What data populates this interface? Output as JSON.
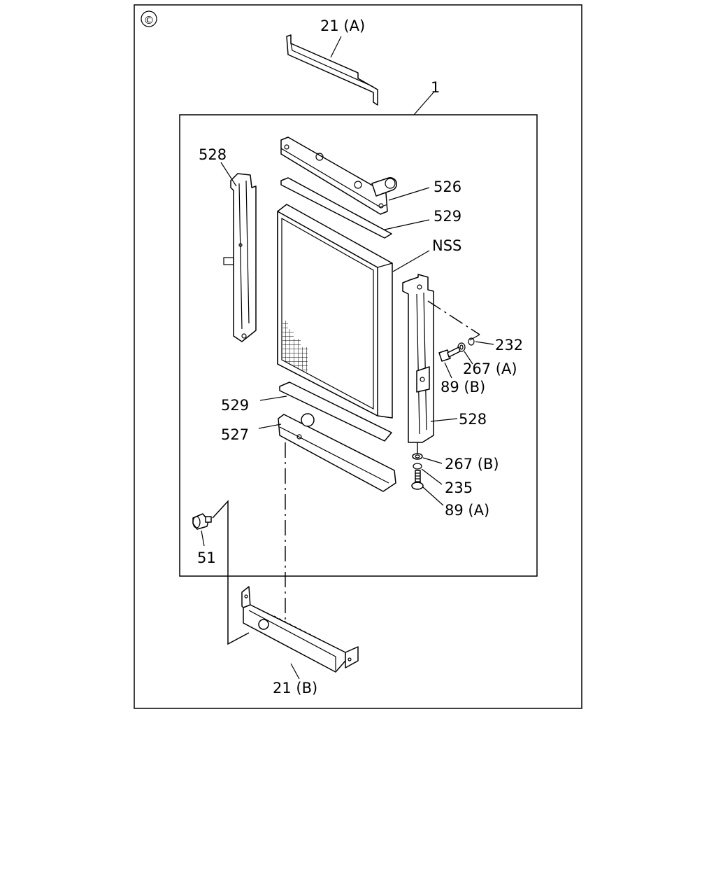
{
  "diagram": {
    "corner_mark": "©",
    "callouts": {
      "c21a": "21 (A)",
      "c1": "1",
      "c528_left": "528",
      "c526": "526",
      "c529_top": "529",
      "cnss": "NSS",
      "c232": "232",
      "c267a": "267 (A)",
      "c89b": "89 (B)",
      "c529_bottom": "529",
      "c527": "527",
      "c528_right": "528",
      "c267b": "267 (B)",
      "c235": "235",
      "c89a": "89 (A)",
      "c51": "51",
      "c21b": "21 (B)"
    }
  }
}
